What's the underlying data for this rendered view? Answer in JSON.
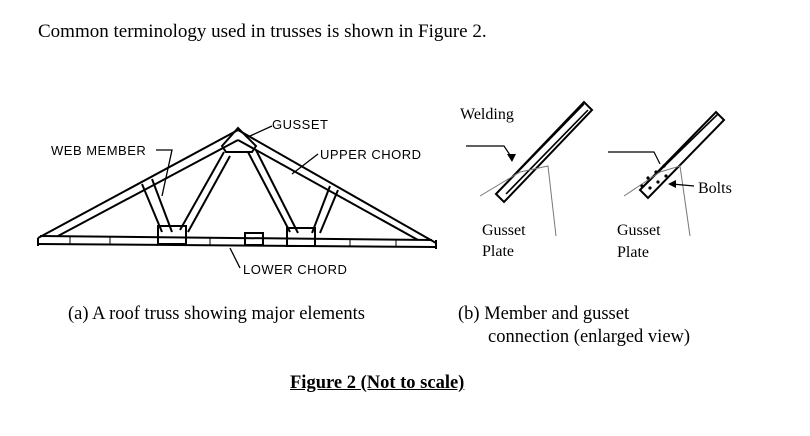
{
  "intro_text": "Common terminology used in trusses is shown in Figure 2.",
  "truss_diagram": {
    "labels": {
      "gusset": "GUSSET",
      "web_member": "WEB MEMBER",
      "upper_chord": "UPPER CHORD",
      "lower_chord": "LOWER CHORD"
    },
    "caption": "(a) A roof truss showing major elements"
  },
  "connection_diagram": {
    "labels": {
      "welding": "Welding",
      "gusset_plate_left_line1": "Gusset",
      "gusset_plate_left_line2": "Plate",
      "gusset_plate_right_line1": "Gusset",
      "gusset_plate_right_line2": "Plate",
      "bolts": "Bolts"
    },
    "caption_line1": "(b) Member and gusset",
    "caption_line2": "connection (enlarged view)"
  },
  "figure_title": "Figure 2 (Not to scale)"
}
